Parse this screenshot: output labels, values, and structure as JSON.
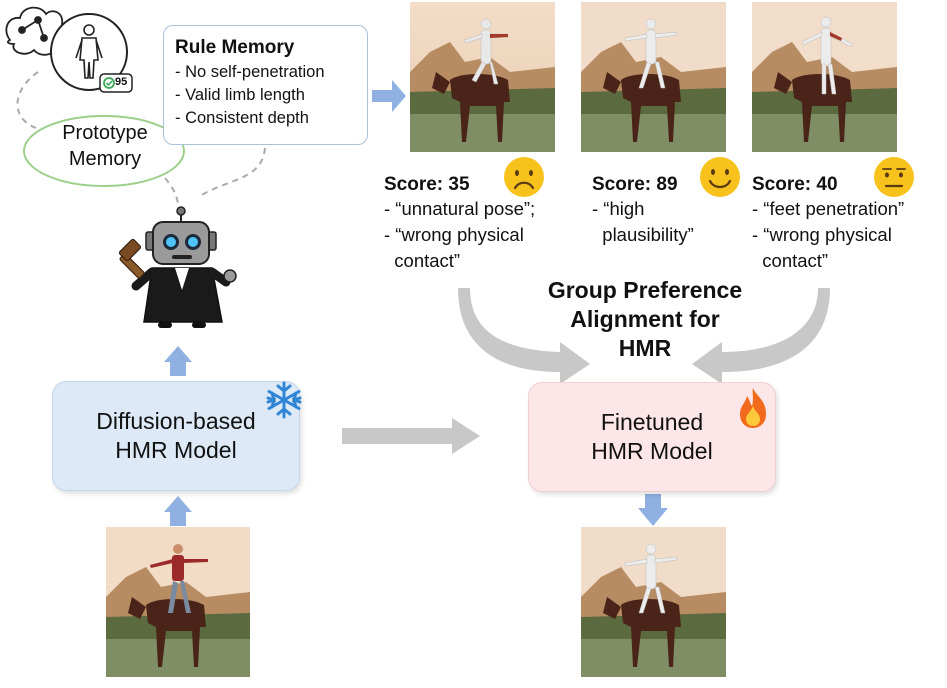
{
  "rule_memory": {
    "title": "Rule Memory",
    "items": [
      "- No self-penetration",
      "- Valid limb length",
      "- Consistent depth"
    ]
  },
  "prototype_memory": {
    "line1": "Prototype",
    "line2": "Memory"
  },
  "badge": {
    "value": "95"
  },
  "candidates": [
    {
      "score": "Score: 35",
      "lines": [
        "- “unnatural pose”;",
        "- “wrong physical",
        "  contact”"
      ],
      "face": "sad"
    },
    {
      "score": "Score: 89",
      "lines": [
        "- “high",
        "  plausibility”"
      ],
      "face": "happy"
    },
    {
      "score": "Score: 40",
      "lines": [
        "- “feet penetration”",
        "- “wrong physical",
        "  contact”"
      ],
      "face": "neutral"
    }
  ],
  "alignment": {
    "line1": "Group Preference",
    "line2": "Alignment for",
    "line3": "HMR"
  },
  "diffusion_model": {
    "line1": "Diffusion-based",
    "line2": "HMR Model"
  },
  "finetuned_model": {
    "line1": "Finetuned",
    "line2": "HMR Model"
  },
  "icons": {
    "frozen": "snowflake-icon",
    "trainable": "fire-icon",
    "judge": "robot-judge-icon",
    "thought": "thought-cloud-icon"
  },
  "colors": {
    "arrow_blue": "#8fb0e0",
    "arrow_gray": "#c8c8c8",
    "emoji_yellow": "#f8c21c",
    "diffusion_fill": "#dde9f6",
    "finetuned_fill": "#fde6e7",
    "ellipse_green": "#9ccf8a"
  }
}
